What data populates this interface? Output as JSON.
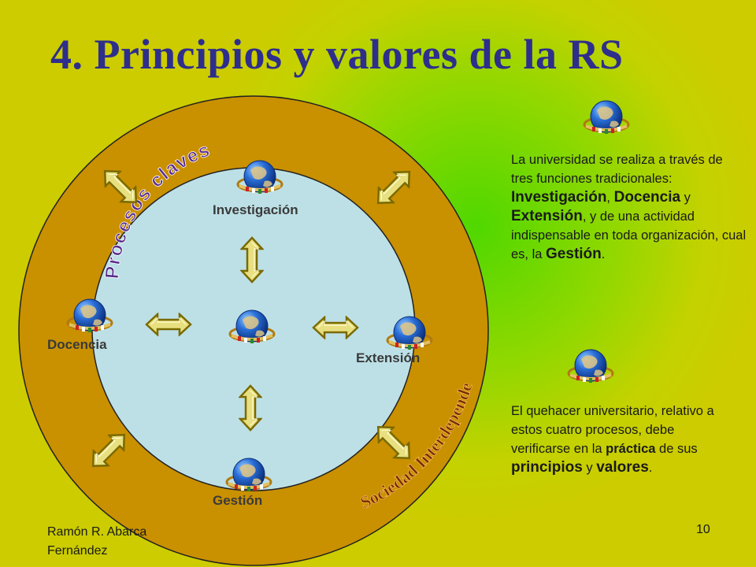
{
  "slide": {
    "title": "4. Principios y valores de la RS",
    "curved": {
      "top": "Procesos claves",
      "bottom": "Sociedad Interdependencia"
    },
    "nodes": {
      "investigacion": "Investigación",
      "docencia": "Docencia",
      "extension": "Extensión",
      "gestion": "Gestión"
    },
    "text1": {
      "s1": "La universidad se realiza a través de tres funciones tradicionales: ",
      "b1": "Investigación",
      "s2": ", ",
      "b2": "Docencia",
      "s3": " y ",
      "b3": "Extensión",
      "s4": ", y de una actividad  indispensable en toda organización, cual es, la ",
      "b4": "Gestión",
      "s5": "."
    },
    "text2": {
      "s1": "El quehacer universitario, relativo a estos cuatro procesos, debe verificarse en la ",
      "b1": "práctica",
      "s2": " de sus ",
      "b2": "principios",
      "s3": " y ",
      "b3": "valores",
      "s4": "."
    },
    "footer": {
      "author_line1": "Ramón R. Abarca",
      "author_line2": "Fernández",
      "page": "10"
    },
    "colors": {
      "title": "#2e2e8c",
      "ring": "#c99000",
      "inner": "#bde0e6",
      "arrow_fill": "#e8e080",
      "arrow_stroke": "#7a6a00"
    },
    "icons": [
      "globe-icon",
      "double-arrow-icon"
    ]
  }
}
